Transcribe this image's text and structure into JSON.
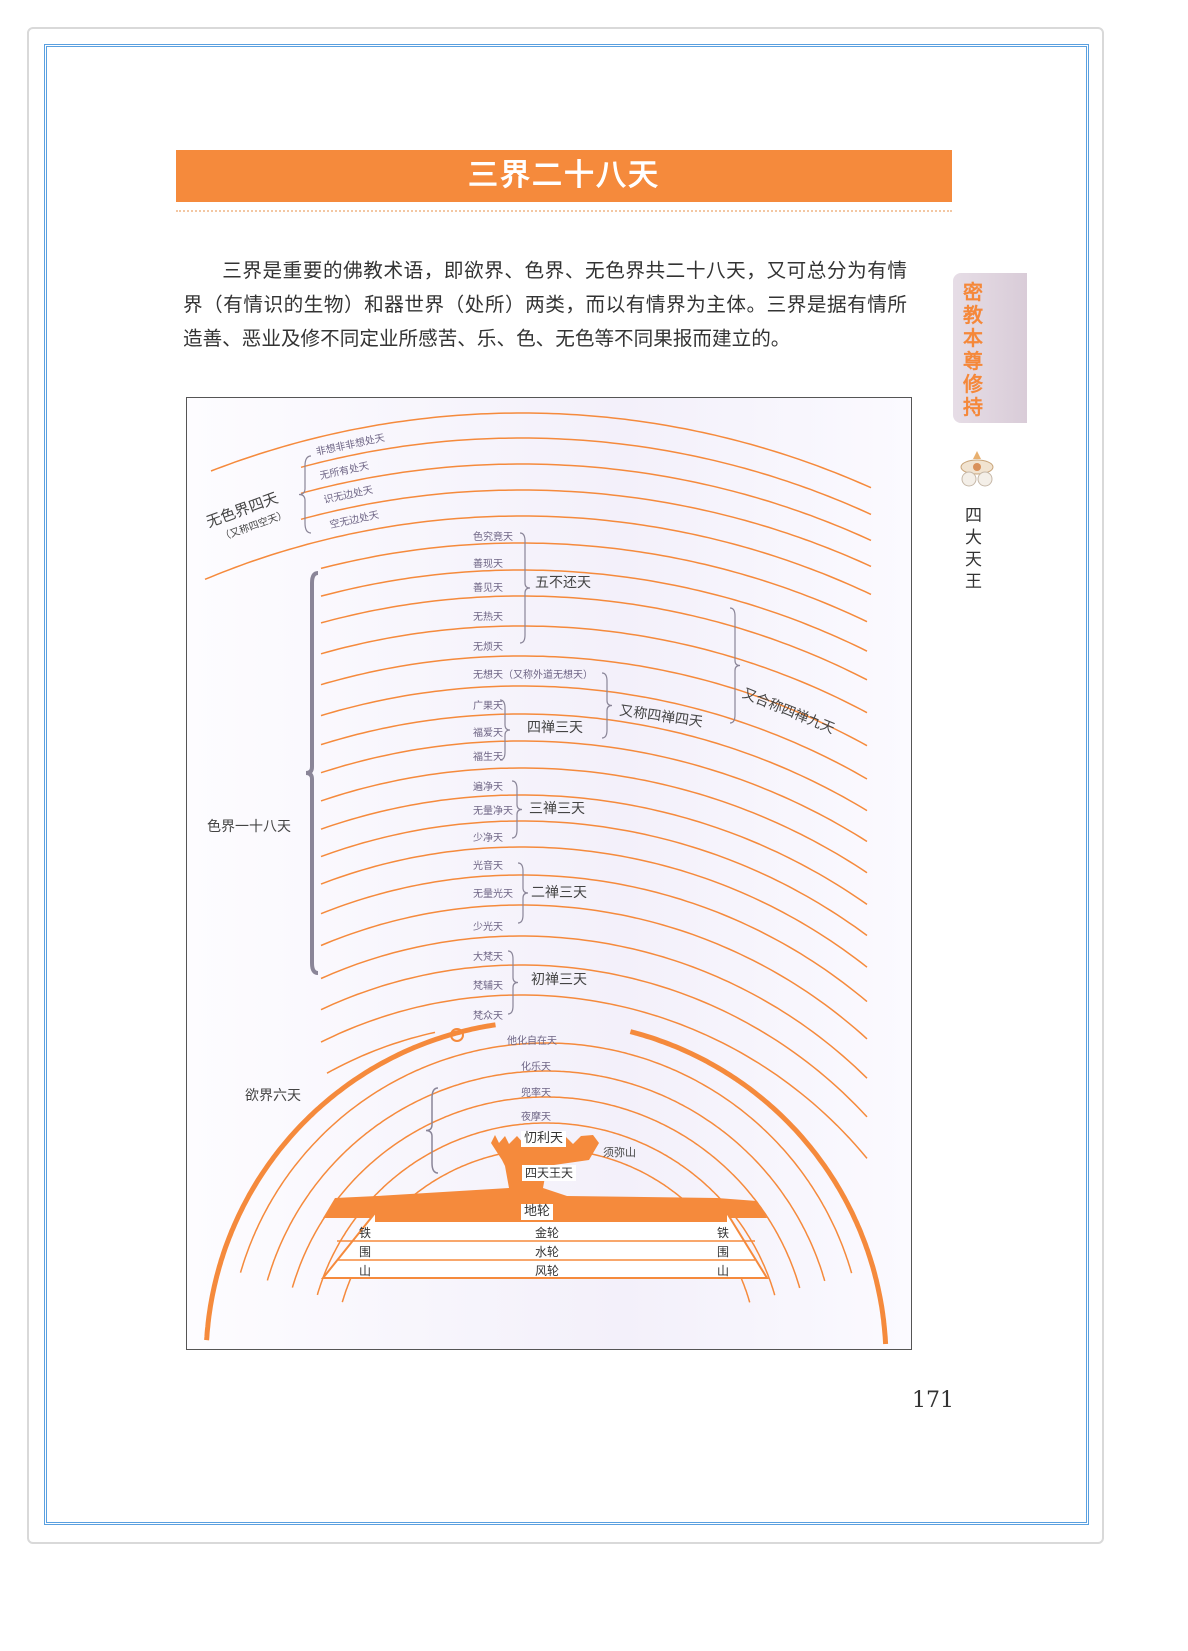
{
  "title": "三界二十八天",
  "intro": "三界是重要的佛教术语，即欲界、色界、无色界共二十八天，又可总分为有情界（有情识的生物）和器世界（处所）两类，而以有情界为主体。三界是据有情所造善、恶业及修不同定业所感苦、乐、色、无色等不同果报而建立的。",
  "side": {
    "section": "密教本尊修持",
    "chapter": "四大天王"
  },
  "page_number": "171",
  "colors": {
    "accent": "#f58a3c",
    "border": "#5aa0e0",
    "brace": "#8a8598"
  },
  "diagram": {
    "realms": {
      "formless": "无色界四天",
      "formless_alias": "（又称四空天）",
      "form": "色界一十八天",
      "desire": "欲界六天"
    },
    "formless_heavens": [
      "非想非非想处天",
      "无所有处天",
      "识无边处天",
      "空无边处天"
    ],
    "form_heavens": [
      "色究竟天",
      "善现天",
      "善见天",
      "无热天",
      "无烦天",
      "无想天（又称外道无想天）",
      "广果天",
      "福爱天",
      "福生天",
      "遍净天",
      "无量净天",
      "少净天",
      "光音天",
      "无量光天",
      "少光天",
      "大梵天",
      "梵辅天",
      "梵众天"
    ],
    "groups": {
      "five_pure": "五不还天",
      "fourth_nine": "又合称四禅九天",
      "fourth_four": "又称四禅四天",
      "fourth_three": "四禅三天",
      "third": "三禅三天",
      "second": "二禅三天",
      "first": "初禅三天"
    },
    "desire_heavens": [
      "他化自在天",
      "化乐天",
      "兜率天",
      "夜摩天",
      "忉利天",
      "四天王天"
    ],
    "mountain": "须弥山",
    "earth": [
      "地轮",
      "金轮",
      "水轮",
      "风轮"
    ],
    "iron_mountain": [
      "铁",
      "围",
      "山"
    ]
  }
}
